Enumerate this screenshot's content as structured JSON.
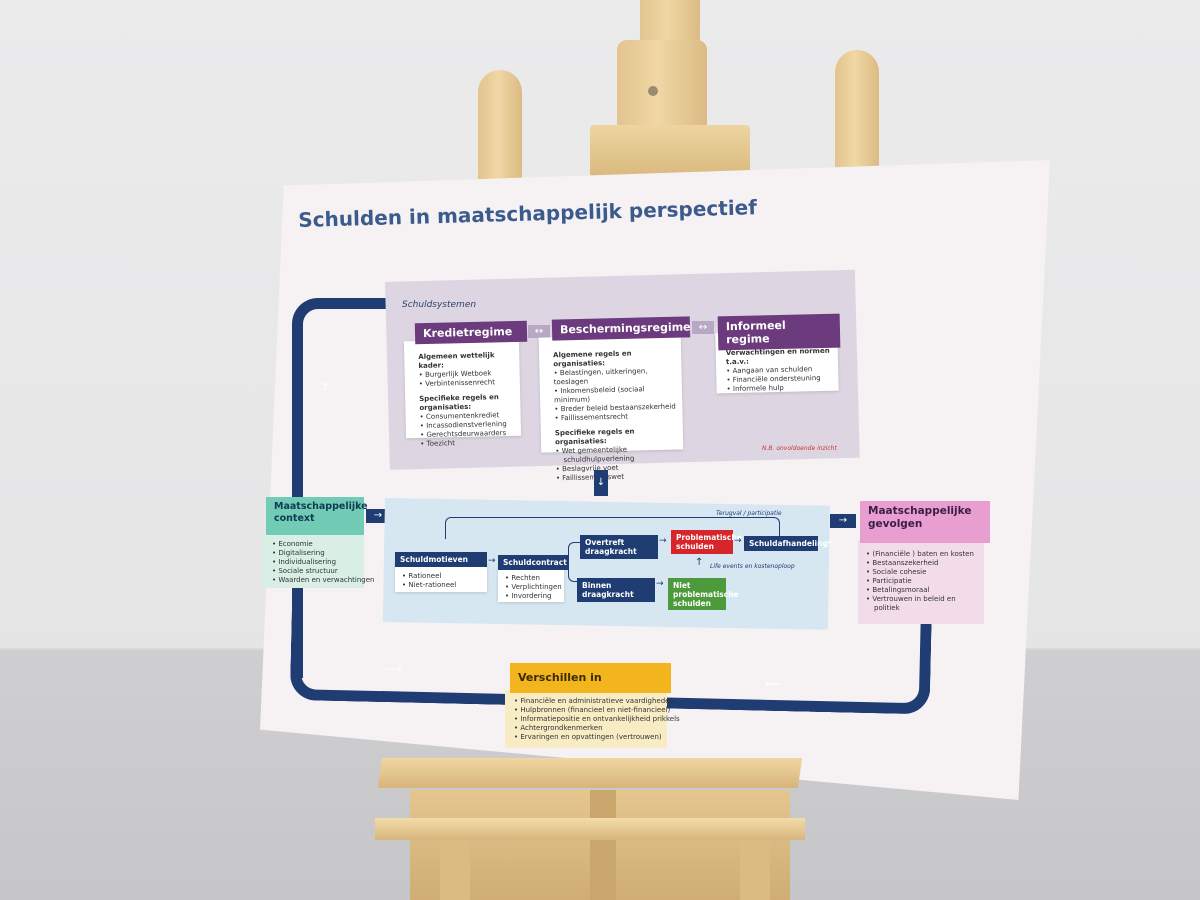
{
  "title": "Schulden in maatschappelijk perspectief",
  "schuldsystemen": {
    "label": "Schuldsystemen",
    "note": "N.B. onvoldoende inzicht",
    "regimes": [
      {
        "name": "Kredietregime",
        "sections": [
          {
            "heading": "Algemeen wettelijk kader:",
            "items": [
              "Burgerlijk Wetboek",
              "Verbintenissenrecht"
            ]
          },
          {
            "heading": "Specifieke regels en organisaties:",
            "items": [
              "Consumentenkrediet",
              "Incassodienstverlening",
              "Gerechtsdeurwaarders",
              "Toezicht"
            ]
          }
        ]
      },
      {
        "name": "Beschermingsregime",
        "sections": [
          {
            "heading": "Algemene regels en organisaties:",
            "items": [
              "Belastingen, uitkeringen, toeslagen",
              "Inkomensbeleid (sociaal minimum)",
              "Breder beleid bestaanszekerheid",
              "Faillissementsrecht"
            ]
          },
          {
            "heading": "Specifieke regels en organisaties:",
            "items": [
              "Wet gemeentelijke",
              "schuldhulpverlening",
              "Beslagvrije voet",
              "Faillissementswet"
            ]
          }
        ]
      },
      {
        "name": "Informeel regime",
        "sections": [
          {
            "heading": "Verwachtingen en normen t.a.v.:",
            "items": [
              "Aangaan van schulden",
              "Financiële ondersteuning",
              "Informele hulp"
            ]
          }
        ]
      }
    ]
  },
  "context": {
    "title_line1": "Maatschappelijke",
    "title_line2": "context",
    "items": [
      "Economie",
      "Digitalisering",
      "Individualisering",
      "Sociale structuur",
      "Waarden en verwachtingen"
    ]
  },
  "gevolgen": {
    "title_line1": "Maatschappelijke",
    "title_line2": "gevolgen",
    "items": [
      "(Financiële ) baten en kosten",
      "Bestaanszekerheid",
      "Sociale cohesie",
      "Participatie",
      "Betalingsmoraal",
      "Vertrouwen in beleid en",
      "politiek"
    ]
  },
  "verschillen": {
    "title": "Verschillen in",
    "items": [
      "Financiële en administratieve vaardigheden",
      "Hulpbronnen (financieel en niet-financieel)",
      "Informatiepositie en ontvankelijkheid prikkels",
      "Achtergrondkenmerken",
      "Ervaringen en opvattingen (vertrouwen)"
    ]
  },
  "flow": {
    "terugval": "Terugval / participatie",
    "schuldmotieven": {
      "label": "Schuldmotieven",
      "items": [
        "Rationeel",
        "Niet-rationeel"
      ]
    },
    "schuldcontract": {
      "label": "Schuldcontract",
      "items": [
        "Rechten",
        "Verplichtingen",
        "Invordering"
      ]
    },
    "overtreft": "Overtreft draagkracht",
    "binnen": "Binnen draagkracht",
    "problematisch_line1": "Problematische",
    "problematisch_line2": "schulden",
    "niet_line1": "Niet",
    "niet_line2": "problematische",
    "niet_line3": "schulden",
    "afhandeling": "Schuldafhandeling*",
    "life_events": "Life events en kostenoploop"
  },
  "colors": {
    "navy": "#1f3c73",
    "purple": "#6c3b7d",
    "teal": "#72cbb4",
    "pink": "#e89fcf",
    "yellow": "#f2b51d",
    "red": "#d7262b",
    "green": "#4d9a3c"
  }
}
